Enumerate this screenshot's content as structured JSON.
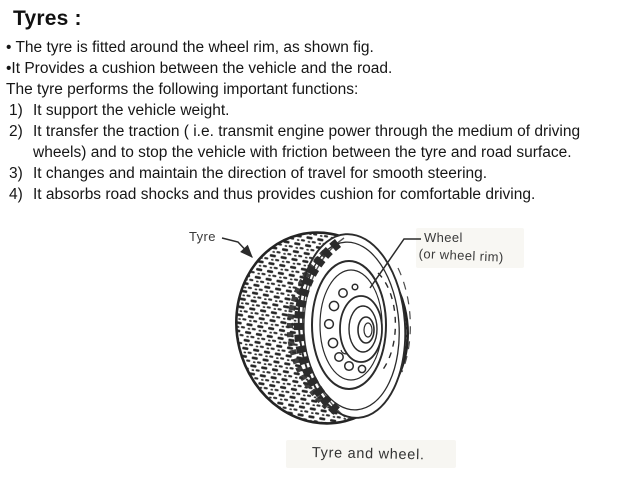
{
  "title": "Tyres :",
  "intro_lines": [
    "• The tyre is fitted around the wheel rim, as shown fig.",
    "•It Provides a cushion between the vehicle and the road.",
    "The tyre performs the following important functions:"
  ],
  "functions": [
    {
      "num": "1)",
      "lines": [
        "It support the vehicle weight."
      ]
    },
    {
      "num": "2)",
      "lines": [
        "It transfer the traction ( i.e. transmit engine power through the medium of driving",
        "wheels) and to stop the vehicle with friction between the tyre and road surface."
      ]
    },
    {
      "num": "3)",
      "lines": [
        "It changes and maintain the direction of travel for smooth steering."
      ]
    },
    {
      "num": "4)",
      "lines": [
        "It absorbs road shocks and thus provides cushion for comfortable driving."
      ]
    }
  ],
  "figure": {
    "tyre_label": "Tyre",
    "wheel_label_line1": "Wheel",
    "wheel_label_line2": "(or wheel rim)",
    "caption": "Tyre and wheel."
  },
  "colors": {
    "text_ink": "#161616",
    "figure_ink": "#2b2b2b",
    "scan_wash": "#f7f6f2"
  }
}
